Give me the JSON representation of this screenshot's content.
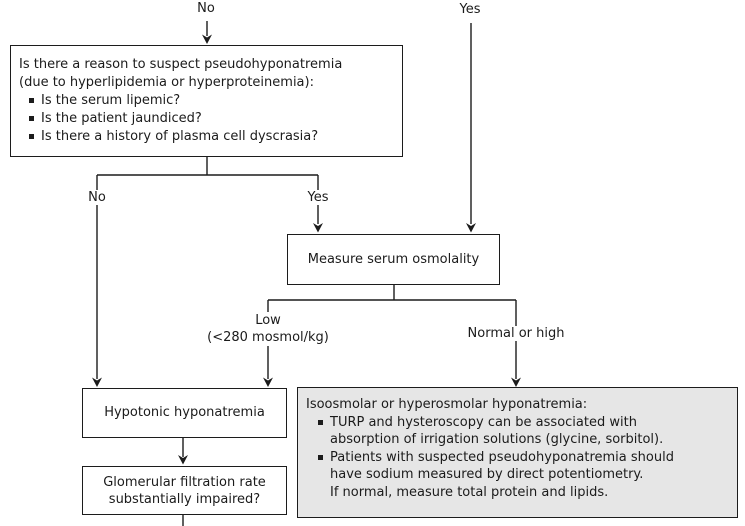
{
  "diagram": {
    "title_hint": "Hyponatremia evaluation flowchart",
    "colors": {
      "line": "#1c1c1c",
      "text": "#1b1b1b",
      "plain_box_fill": "#ffffff",
      "shaded_box_fill": "#e6e6e6"
    },
    "labels": {
      "top_no": "No",
      "top_yes": "Yes",
      "branch_no": "No",
      "branch_yes": "Yes",
      "low_line1": "Low",
      "low_line2": "(<280 mosmol/kg)",
      "normal_or_high": "Normal or high"
    },
    "boxes": {
      "pseudo": {
        "line1": "Is there a reason to suspect pseudohyponatremia",
        "line2": "(due to hyperlipidemia or hyperproteinemia):",
        "bullets": [
          "Is the serum lipemic?",
          "Is the patient jaundiced?",
          "Is there a history of plasma cell dyscrasia?"
        ]
      },
      "measure": {
        "text": "Measure serum osmolality"
      },
      "hypotonic": {
        "text": "Hypotonic hyponatremia"
      },
      "gfr": {
        "line1": "Glomerular filtration rate",
        "line2": "substantially impaired?"
      },
      "isoosmolar": {
        "title": "Isoosmolar or hyperosmolar hyponatremia:",
        "bullet1_lines": [
          "TURP and hysteroscopy can be associated with",
          "absorption of irrigation solutions (glycine, sorbitol)."
        ],
        "bullet2_lines": [
          "Patients with suspected pseudohyponatremia should",
          "have sodium measured by direct potentiometry.",
          "If normal, measure total protein and lipids."
        ]
      }
    }
  }
}
